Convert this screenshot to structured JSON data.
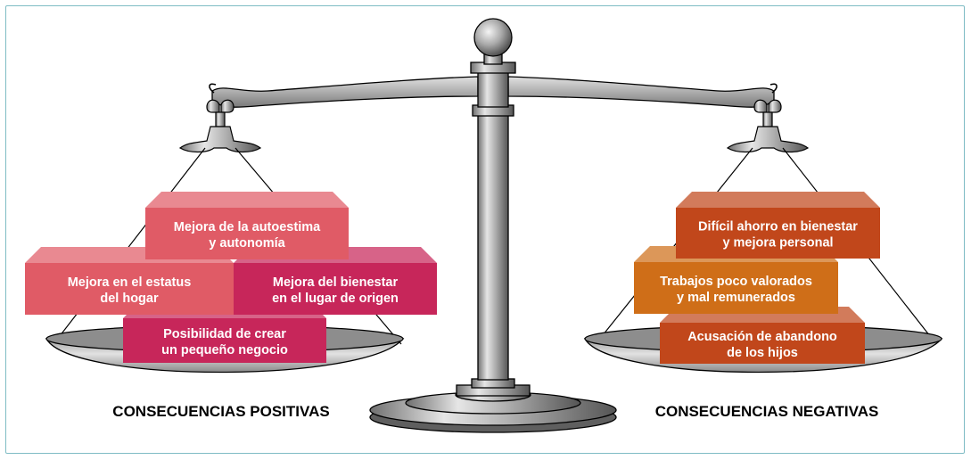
{
  "diagram": {
    "type": "balance-scale",
    "positive": {
      "caption": "CONSECUENCIAS POSITIVAS",
      "boxes": [
        {
          "id": "autoestima",
          "lines": [
            "Mejora de la autoestima",
            "y autonomía"
          ],
          "color": "#e05b66"
        },
        {
          "id": "estatus",
          "lines": [
            "Mejora en el estatus",
            "del hogar"
          ],
          "color": "#e05b66"
        },
        {
          "id": "bienestar",
          "lines": [
            "Mejora del bienestar",
            "en el lugar de origen"
          ],
          "color": "#c7265a"
        },
        {
          "id": "negocio",
          "lines": [
            "Posibilidad de crear",
            "un pequeño negocio"
          ],
          "color": "#c7265a"
        }
      ]
    },
    "negative": {
      "caption": "CONSECUENCIAS NEGATIVAS",
      "boxes": [
        {
          "id": "ahorro",
          "lines": [
            "Difícil ahorro en bienestar",
            "y mejora personal"
          ],
          "color": "#c1471b"
        },
        {
          "id": "trabajos",
          "lines": [
            "Trabajos poco valorados",
            "y mal remunerados"
          ],
          "color": "#cf6e18"
        },
        {
          "id": "abandono",
          "lines": [
            "Acusación de abandono",
            "de los hijos"
          ],
          "color": "#c1471b"
        }
      ]
    }
  }
}
